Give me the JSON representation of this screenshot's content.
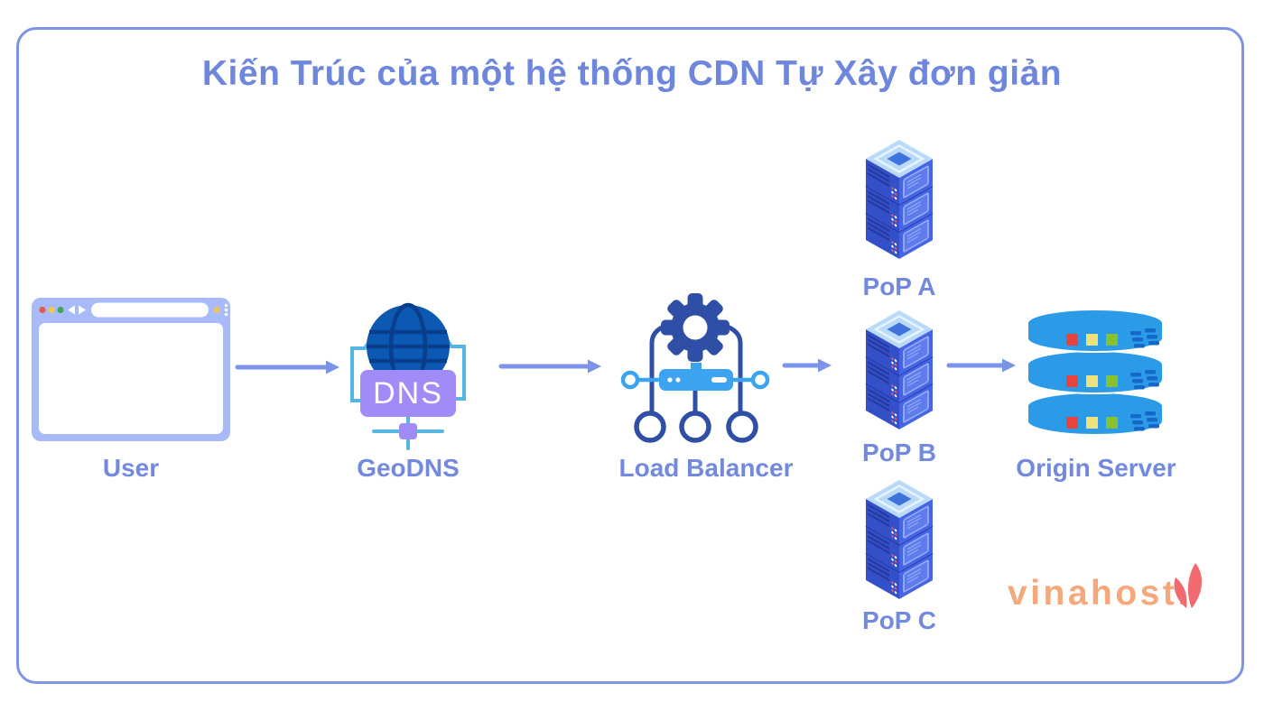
{
  "title": "Kiến Trúc của một hệ thống CDN Tự Xây đơn giản",
  "nodes": {
    "user": {
      "label": "User",
      "icon": "browser-window-icon"
    },
    "geodns": {
      "label": "GeoDNS",
      "icon": "dns-globe-icon",
      "badge_text": "DNS"
    },
    "load_balancer": {
      "label": "Load Balancer",
      "icon": "load-balancer-icon"
    },
    "pop_a": {
      "label": "PoP A",
      "icon": "server-rack-icon"
    },
    "pop_b": {
      "label": "PoP B",
      "icon": "server-rack-icon"
    },
    "pop_c": {
      "label": "PoP C",
      "icon": "server-rack-icon"
    },
    "origin_server": {
      "label": "Origin Server",
      "icon": "database-stack-icon"
    }
  },
  "edges": [
    {
      "from": "user",
      "to": "geodns"
    },
    {
      "from": "geodns",
      "to": "load_balancer"
    },
    {
      "from": "load_balancer",
      "to": "pop_b"
    },
    {
      "from": "pop_b",
      "to": "origin_server"
    }
  ],
  "branding": {
    "logo_text": "vinahost.",
    "logo_mark": "v-check-icon"
  },
  "colors": {
    "title": "#6e86db",
    "label": "#7289de",
    "border": "#7c94e3",
    "arrow": "#7b93e8",
    "browser_frame": "#a9baf9",
    "globe": "#0b59b2",
    "globe_grid": "#083e8c",
    "dns_badge": "#a18bf7",
    "bracket": "#56b6e3",
    "gear": "#2f4ea6",
    "lb_bar": "#3ba3f0",
    "server_left_face": "#3350c8",
    "server_right_face": "#4565e4",
    "server_top_plate": "#b9dbf9",
    "db_cylinder": "#2b9be8",
    "status_red": "#e8433c",
    "status_yellow": "#efe27a",
    "status_green": "#88c12f",
    "logo_text": "#f5a87c",
    "logo_mark": "#f2696f"
  }
}
